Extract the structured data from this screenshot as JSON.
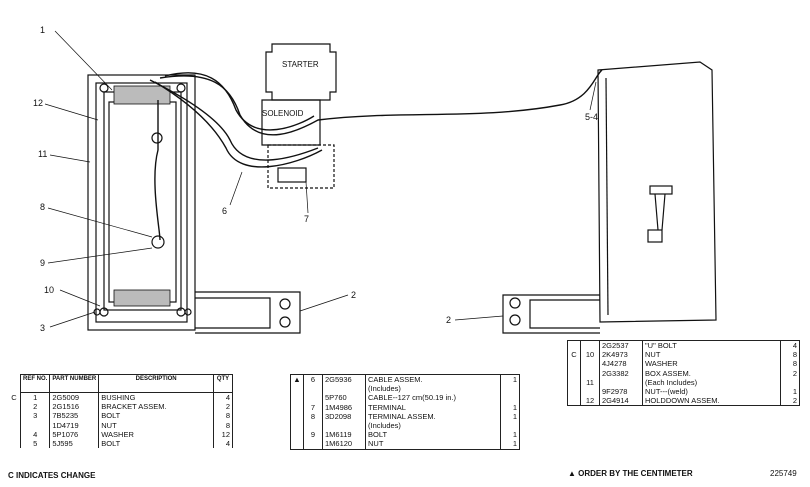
{
  "diagram": {
    "starter_label": "STARTER",
    "solenoid_label": "SOLENOID",
    "callouts": [
      "1",
      "12",
      "11",
      "8",
      "9",
      "10",
      "3",
      "2",
      "6",
      "7",
      "5-4",
      "2"
    ]
  },
  "table1": {
    "headers": [
      "REF NO.",
      "PART NUMBER",
      "DESCRIPTION",
      "QTY"
    ],
    "rows": [
      {
        "mark": "C",
        "ref": "1",
        "part": "2G5009",
        "desc": "BUSHING",
        "qty": "4"
      },
      {
        "mark": "",
        "ref": "2",
        "part": "2G1516",
        "desc": "BRACKET ASSEM.",
        "qty": "2"
      },
      {
        "mark": "",
        "ref": "3",
        "part": "7B5235",
        "desc": "BOLT",
        "qty": "8"
      },
      {
        "mark": "",
        "ref": "",
        "part": "1D4719",
        "desc": "NUT",
        "qty": "8"
      },
      {
        "mark": "",
        "ref": "4",
        "part": "5P1076",
        "desc": "WASHER",
        "qty": "12"
      },
      {
        "mark": "",
        "ref": "5",
        "part": "5J595",
        "desc": "BOLT",
        "qty": "4"
      }
    ],
    "note": "C INDICATES CHANGE"
  },
  "table2": {
    "rows": [
      {
        "mark": "▲",
        "ref": "6",
        "part": "2G5936",
        "desc": "CABLE ASSEM.",
        "qty": "1"
      },
      {
        "mark": "",
        "ref": "",
        "part": "",
        "desc": "(Includes)",
        "qty": ""
      },
      {
        "mark": "",
        "ref": "",
        "part": "5P760",
        "desc": "CABLE--127 cm(50.19 in.)",
        "qty": ""
      },
      {
        "mark": "",
        "ref": "7",
        "part": "1M4986",
        "desc": "TERMINAL",
        "qty": "1"
      },
      {
        "mark": "",
        "ref": "8",
        "part": "3D2098",
        "desc": "TERMINAL ASSEM.",
        "qty": "1"
      },
      {
        "mark": "",
        "ref": "",
        "part": "",
        "desc": "(Includes)",
        "qty": ""
      },
      {
        "mark": "",
        "ref": "9",
        "part": "1M6119",
        "desc": "BOLT",
        "qty": "1"
      },
      {
        "mark": "",
        "ref": "",
        "part": "1M6120",
        "desc": "NUT",
        "qty": "1"
      }
    ]
  },
  "table3": {
    "rows": [
      {
        "mark": "",
        "ref": "",
        "part": "2G2537",
        "desc": "\"U\" BOLT",
        "qty": "4"
      },
      {
        "mark": "C",
        "ref": "10",
        "part": "2K4973",
        "desc": "NUT",
        "qty": "8"
      },
      {
        "mark": "",
        "ref": "",
        "part": "4J4278",
        "desc": "WASHER",
        "qty": "8"
      },
      {
        "mark": "",
        "ref": "",
        "part": "2G3382",
        "desc": "BOX ASSEM.",
        "qty": "2"
      },
      {
        "mark": "",
        "ref": "11",
        "part": "",
        "desc": "(Each Includes)",
        "qty": ""
      },
      {
        "mark": "",
        "ref": "",
        "part": "9F2978",
        "desc": "NUT---(weld)",
        "qty": "1"
      },
      {
        "mark": "",
        "ref": "12",
        "part": "2G4914",
        "desc": "HOLDDOWN ASSEM.",
        "qty": "2"
      }
    ],
    "note": "▲ ORDER BY THE CENTIMETER",
    "figure_number": "225749"
  }
}
